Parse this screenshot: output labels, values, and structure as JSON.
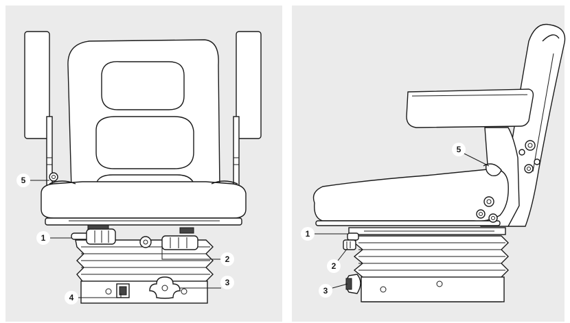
{
  "front_view": {
    "callouts": {
      "c1": "1",
      "c2": "2",
      "c3": "3",
      "c4": "4",
      "c5": "5"
    }
  },
  "side_view": {
    "callouts": {
      "c1": "1",
      "c2": "2",
      "c3": "3",
      "c5": "5"
    }
  },
  "colors": {
    "panel_background": "#ebebeb",
    "line": "#1a1a1a",
    "fill": "#ffffff"
  }
}
